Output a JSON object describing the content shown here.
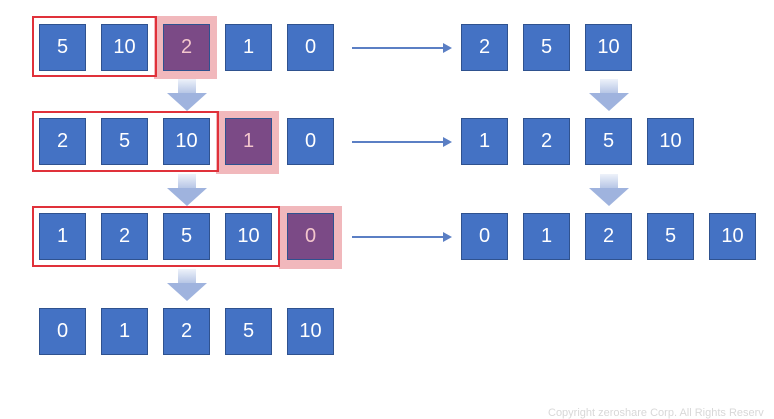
{
  "colors": {
    "box_fill": "#4472c4",
    "box_border": "#2f528f",
    "focus_fill": "#7b4a86",
    "focus_text": "#f3c6cc",
    "focus_halo": "#f1b8bc",
    "sorted_frame": "#e0313a",
    "arrow": "#5b7fc4"
  },
  "steps": [
    {
      "array": [
        "5",
        "10",
        "2",
        "1",
        "0"
      ],
      "sorted_count": 2,
      "insert_index": 2,
      "result": [
        "2",
        "5",
        "10"
      ]
    },
    {
      "array": [
        "2",
        "5",
        "10",
        "1",
        "0"
      ],
      "sorted_count": 3,
      "insert_index": 3,
      "result": [
        "1",
        "2",
        "5",
        "10"
      ]
    },
    {
      "array": [
        "1",
        "2",
        "5",
        "10",
        "0"
      ],
      "sorted_count": 4,
      "insert_index": 4,
      "result": [
        "0",
        "1",
        "2",
        "5",
        "10"
      ]
    }
  ],
  "final_array": [
    "0",
    "1",
    "2",
    "5",
    "10"
  ],
  "copyright": "Copyright zeroshare Corp. All Rights Reserv"
}
